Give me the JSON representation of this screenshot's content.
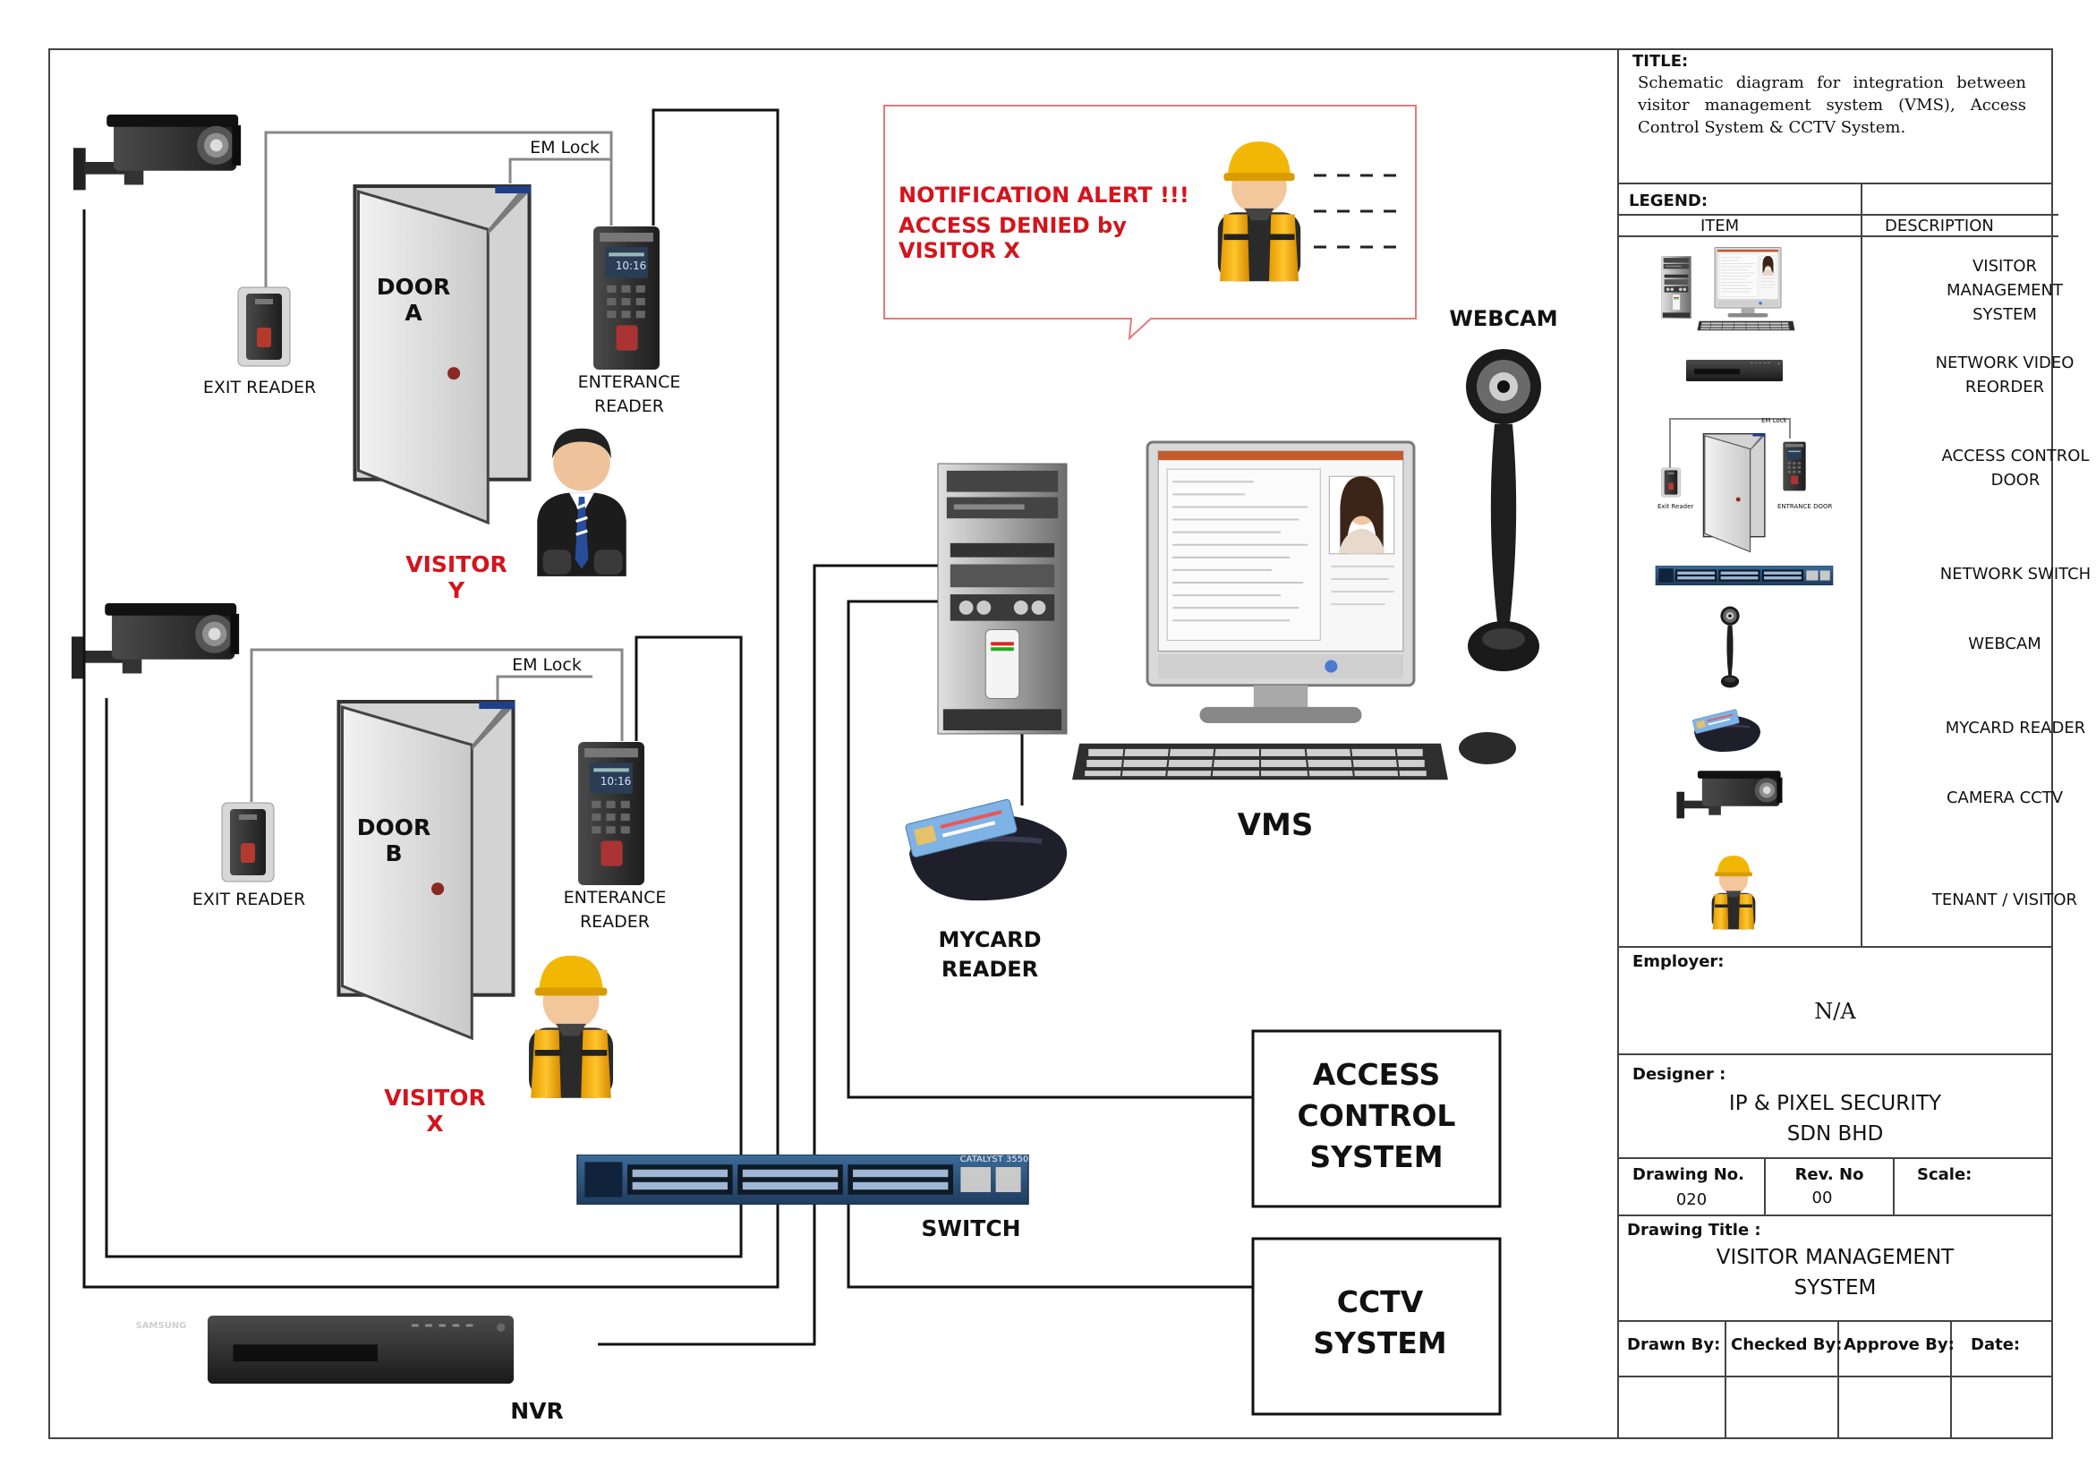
{
  "diagram": {
    "doors": [
      {
        "door_label": "DOOR A",
        "em_lock": "EM Lock",
        "exit_reader": "EXIT READER",
        "entrance_reader": "ENTERANCE\nREADER",
        "visitor": "VISITOR Y",
        "reader_clock": "10:16"
      },
      {
        "door_label": "DOOR B",
        "em_lock": "EM Lock",
        "exit_reader": "EXIT READER",
        "entrance_reader": "ENTERANCE\nREADER",
        "visitor": "VISITOR X",
        "reader_clock": "10:16"
      }
    ],
    "notification": {
      "line1": "NOTIFICATION ALERT !!!",
      "line2": "ACCESS DENIED by VISITOR X"
    },
    "webcam_label": "WEBCAM",
    "vms_label": "VMS",
    "mycard_label": "MYCARD\nREADER",
    "switch_label": "SWITCH",
    "switch_brand": "CATALYST 3550",
    "nvr_label": "NVR",
    "nvr_brand": "SAMSUNG",
    "access_control_box": "ACCESS\nCONTROL\nSYSTEM",
    "cctv_box": "CCTV\nSYSTEM",
    "colors": {
      "alert_red": "#d4141c",
      "line": "#111111",
      "switch_blue": "#2b4d73",
      "helmet_yellow": "#f2b705"
    }
  },
  "title_block": {
    "title_label": "TITLE:",
    "title_text": "Schematic diagram for integration between visitor management system (VMS), Access Control System & CCTV System.",
    "legend_label": "LEGEND:",
    "item_header": "ITEM",
    "description_header": "DESCRIPTION",
    "legend_items": [
      {
        "icon": "vms-computer-icon",
        "description": "VISITOR\nMANAGEMENT\nSYSTEM"
      },
      {
        "icon": "nvr-icon",
        "description": "NETWORK VIDEO\nREORDER"
      },
      {
        "icon": "access-door-icon",
        "description": "ACCESS CONTROL\nDOOR"
      },
      {
        "icon": "network-switch-icon",
        "description": "NETWORK SWITCH"
      },
      {
        "icon": "webcam-icon",
        "description": "WEBCAM"
      },
      {
        "icon": "mycard-reader-icon",
        "description": "MYCARD READER"
      },
      {
        "icon": "cctv-camera-icon",
        "description": "CAMERA CCTV"
      },
      {
        "icon": "visitor-icon",
        "description": "TENANT / VISITOR"
      }
    ],
    "legend_door_em_lock": "EM Lock",
    "legend_door_exit": "Exit Reader",
    "legend_door_entrance": "ENTRANCE DOOR",
    "employer_label": "Employer:",
    "employer_value": "N/A",
    "designer_label": "Designer :",
    "designer_value": "IP & PIXEL SECURITY\nSDN BHD",
    "drawing_no_label": "Drawing No.",
    "drawing_no_value": "020",
    "rev_no_label": "Rev. No",
    "rev_no_value": "00",
    "scale_label": "Scale:",
    "drawing_title_label": "Drawing Title :",
    "drawing_title_value": "VISITOR MANAGEMENT\nSYSTEM",
    "drawn_by_label": "Drawn By:",
    "checked_by_label": "Checked By:",
    "approve_by_label": "Approve By:",
    "date_label": "Date:"
  }
}
